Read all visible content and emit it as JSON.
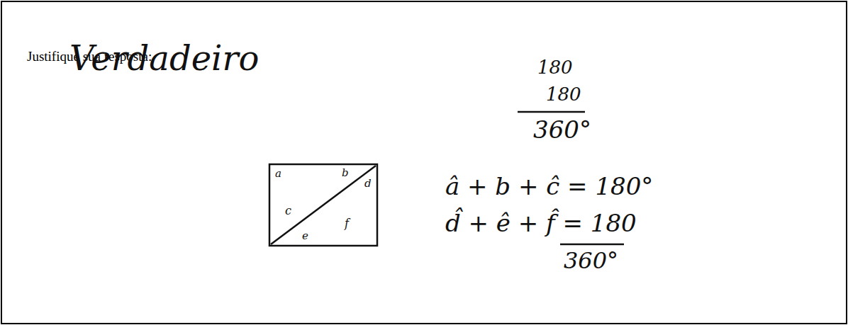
{
  "diagram": {
    "labels": [
      "Justifique sua resposta:",
      "Verdadeiro",
      "a",
      "b",
      "d",
      "c",
      "e",
      "f",
      "180",
      "180",
      "360°",
      "â + b + ĉ = 180°",
      "d̂ + ê + f̂ = 180",
      "360°"
    ]
  }
}
